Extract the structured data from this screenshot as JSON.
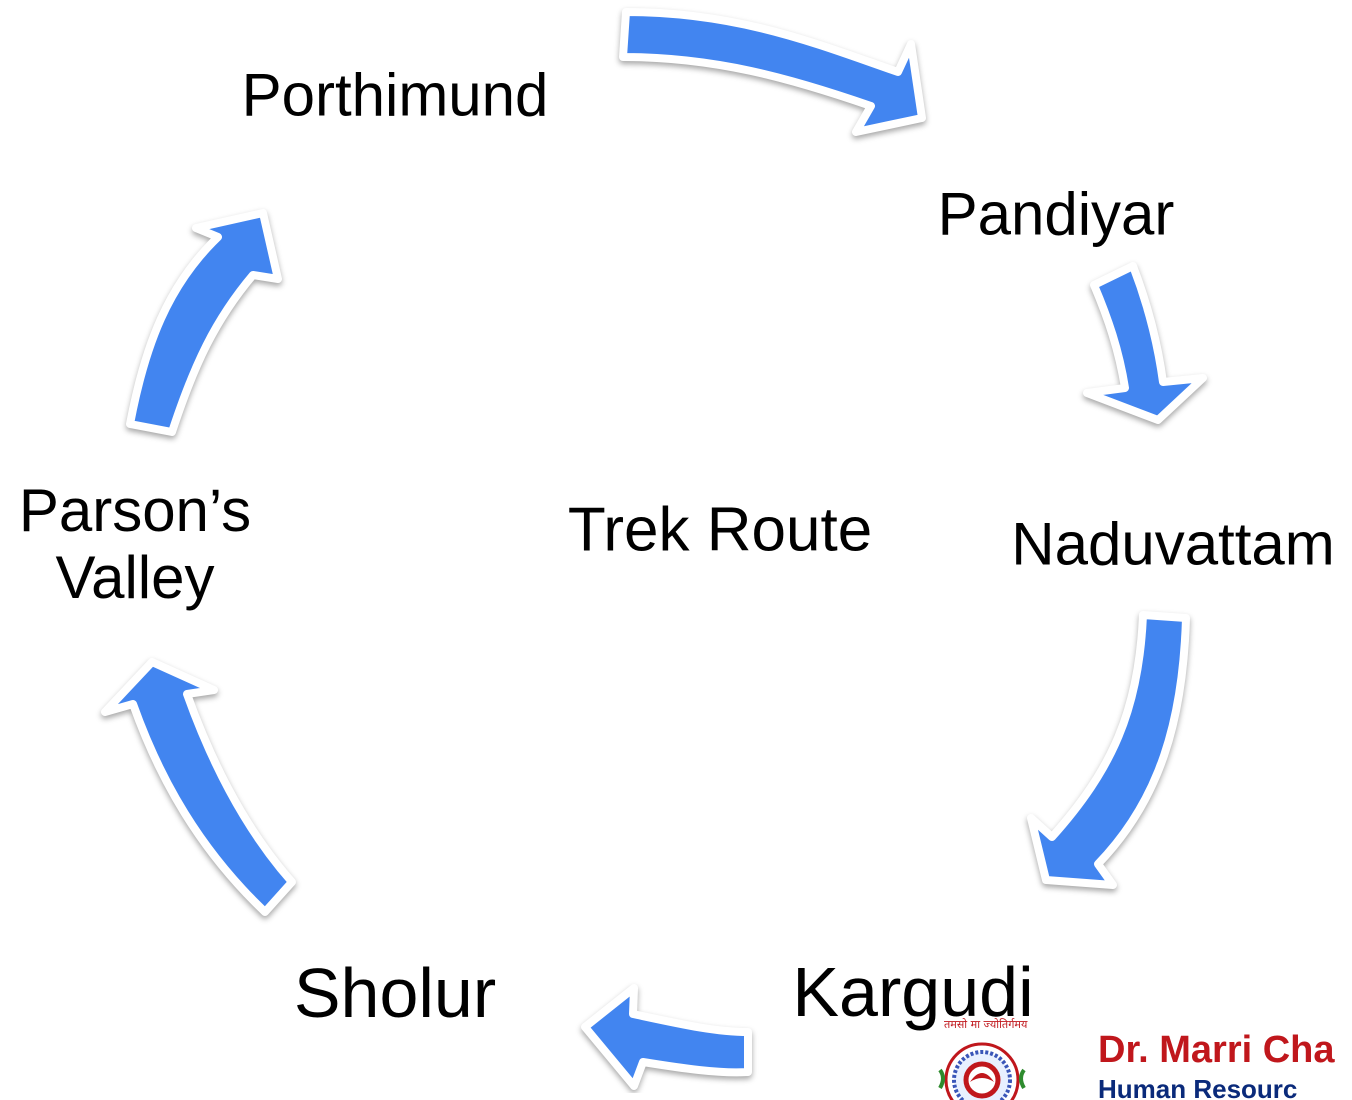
{
  "center_label": "Trek Route",
  "nodes": [
    {
      "id": "porthimund",
      "text": "Porthimund"
    },
    {
      "id": "pandiyar",
      "text": "Pandiyar"
    },
    {
      "id": "naduvattam",
      "text": "Naduvattam"
    },
    {
      "id": "kargudi",
      "text": "Kargudi"
    },
    {
      "id": "sholur",
      "text": "Sholur"
    },
    {
      "id": "parsons_valley_line1",
      "text": "Parson’s"
    },
    {
      "id": "parsons_valley_line2",
      "text": "Valley"
    }
  ],
  "connections": [
    {
      "from": "Porthimund",
      "to": "Pandiyar"
    },
    {
      "from": "Pandiyar",
      "to": "Naduvattam"
    },
    {
      "from": "Naduvattam",
      "to": "Kargudi"
    },
    {
      "from": "Kargudi",
      "to": "Sholur"
    },
    {
      "from": "Sholur",
      "to": "Parson’s Valley"
    },
    {
      "from": "Parson’s Valley",
      "to": "Porthimund"
    }
  ],
  "logo": {
    "title": "Dr. Marri Cha",
    "subtitle": "Human Resourc",
    "motto": "तमसो मा ज्योतिर्गमय"
  },
  "colors": {
    "arrow_fill": "#4285f0",
    "logo_title": "#c0171c",
    "logo_subtitle": "#0a2a7a"
  }
}
